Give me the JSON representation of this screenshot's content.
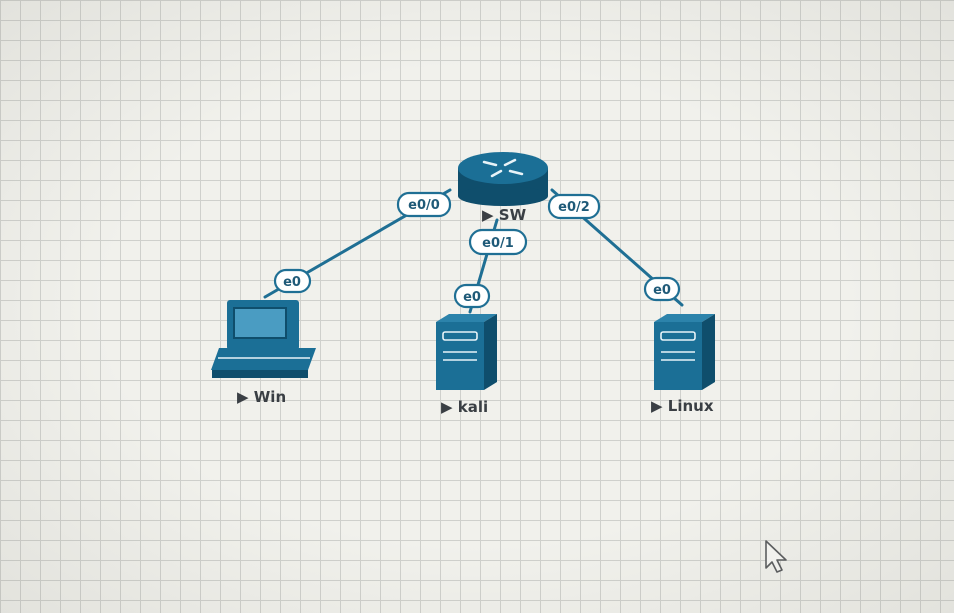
{
  "topology": {
    "nodes": [
      {
        "id": "sw",
        "name": "SW",
        "type": "switch"
      },
      {
        "id": "win",
        "name": "Win",
        "type": "workstation"
      },
      {
        "id": "kali",
        "name": "kali",
        "type": "server"
      },
      {
        "id": "linux",
        "name": "Linux",
        "type": "server"
      }
    ],
    "links": [
      {
        "from_port": "e0/0",
        "to_port": "e0"
      },
      {
        "from_port": "e0/1",
        "to_port": "e0"
      },
      {
        "from_port": "e0/2",
        "to_port": "e0"
      }
    ]
  },
  "colors": {
    "device": "#1b6f96",
    "device_dark": "#0f4e6c",
    "link": "#1f6f94",
    "label": "#3a3f44"
  },
  "icons": {
    "switch": "switch-icon",
    "workstation": "desktop-computer-icon",
    "server": "server-icon",
    "cursor": "mouse-pointer-icon"
  }
}
